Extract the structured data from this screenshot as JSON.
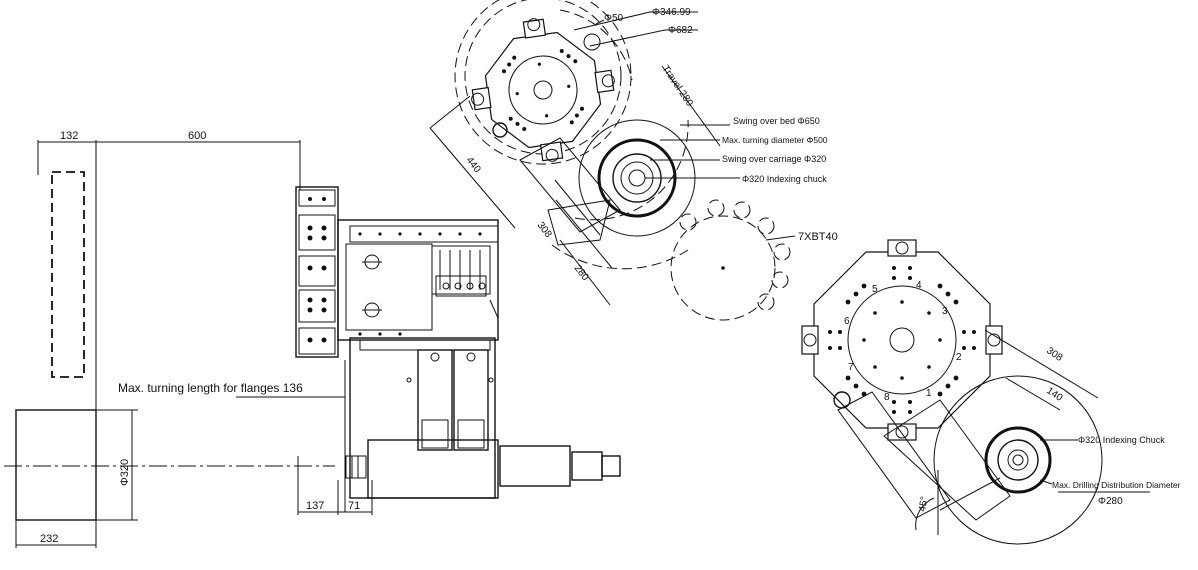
{
  "side_view": {
    "dim_132": "132",
    "dim_600": "600",
    "dim_232": "232",
    "dim_137": "137",
    "dim_71": "71",
    "dim_320": "Φ320",
    "flange_label": "Max. turning length for flanges 136"
  },
  "top_view": {
    "d_34699": "Φ346.99",
    "d_50": "Φ50",
    "d_682": "Φ682",
    "travel": "Travel 280",
    "swing_bed": "Swing over bed Φ650",
    "max_turn": "Max. turning diameter Φ500",
    "swing_carriage": "Swing over carriage Φ320",
    "chuck": "Φ320 Indexing chuck",
    "dim_440": "440",
    "dim_308": "308",
    "dim_280": "280",
    "tool_label": "7XBT40"
  },
  "front_view": {
    "dim_308": "308",
    "dim_140": "140",
    "chuck": "Φ320 Indexing Chuck",
    "drill_label": "Max. Drilling Distribution Diameter",
    "drill_value": "Φ280",
    "angle": "45°",
    "stations": [
      "1",
      "2",
      "3",
      "4",
      "5",
      "6",
      "7",
      "8"
    ]
  }
}
